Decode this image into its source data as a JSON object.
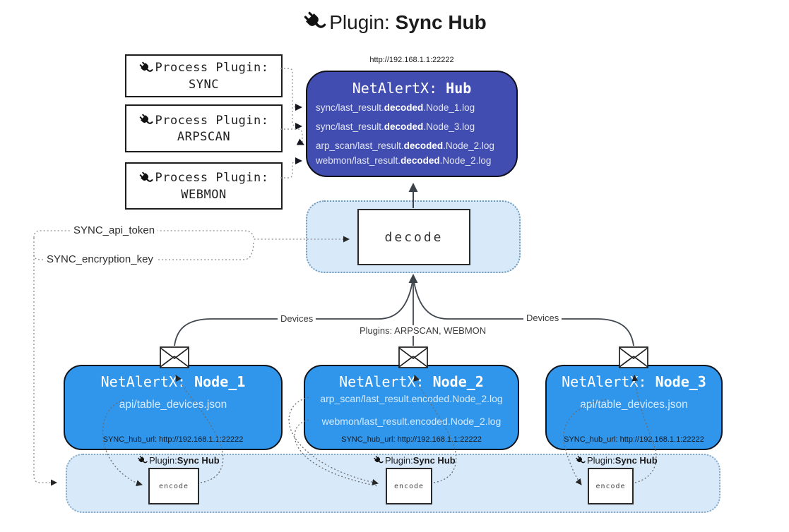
{
  "title": {
    "label": "Plugin:",
    "name": "Sync Hub"
  },
  "process_plugins": [
    {
      "label": "Process Plugin:",
      "name": "SYNC"
    },
    {
      "label": "Process Plugin:",
      "name": "ARPSCAN"
    },
    {
      "label": "Process Plugin:",
      "name": "WEBMON"
    }
  ],
  "hub": {
    "url": "http://192.168.1.1:22222",
    "title": "NetAlertX: ",
    "name": "Hub",
    "logs": [
      {
        "pre": "sync/last_result.",
        "mid": "decoded",
        "post": ".Node_1.log"
      },
      {
        "pre": "sync/last_result.",
        "mid": "decoded",
        "post": ".Node_3.log"
      },
      {
        "pre": "arp_scan/last_result.",
        "mid": "decoded",
        "post": ".Node_2.log"
      },
      {
        "pre": "webmon/last_result.",
        "mid": "decoded",
        "post": ".Node_2.log"
      }
    ]
  },
  "decode_box": {
    "label": "decode"
  },
  "settings": {
    "api_token": "SYNC_api_token",
    "encryption_key": "SYNC_encryption_key"
  },
  "edge_labels": {
    "left": "Devices",
    "middle": "Plugins: ARPSCAN, WEBMON",
    "right": "Devices"
  },
  "nodes": [
    {
      "title": "NetAlertX: ",
      "name": "Node_1",
      "files": [
        "api/table_devices.json"
      ],
      "hub_url": "SYNC_hub_url: http://192.168.1.1:22222"
    },
    {
      "title": "NetAlertX: ",
      "name": "Node_2",
      "files": [
        "arp_scan/last_result.encoded.Node_2.log",
        "webmon/last_result.encoded.Node_2.log"
      ],
      "hub_url": "SYNC_hub_url: http://192.168.1.1:22222"
    },
    {
      "title": "NetAlertX: ",
      "name": "Node_3",
      "files": [
        "api/table_devices.json"
      ],
      "hub_url": "SYNC_hub_url: http://192.168.1.1:22222"
    }
  ],
  "encoders": [
    {
      "label": "Plugin: ",
      "name": "Sync Hub",
      "box": "encode"
    },
    {
      "label": "Plugin: ",
      "name": "Sync Hub",
      "box": "encode"
    },
    {
      "label": "Plugin: ",
      "name": "Sync Hub",
      "box": "encode"
    }
  ],
  "colors": {
    "hub_bg": "#424DB1",
    "node_bg": "#3096EC",
    "panel_bg": "#D8E9FA",
    "panel_border": "#7CA6C7",
    "line": "#41474F"
  }
}
